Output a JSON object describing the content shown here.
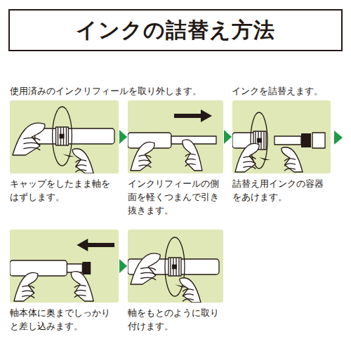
{
  "diagram": {
    "title": "インクの詰替え方法",
    "nodes": [
      {
        "text": [
          "キャップをしたまま軸をはずします。"
        ]
      },
      {
        "text": [
          "インクリフィールの側面を軽くつまんで引き抜きます。"
        ]
      },
      {
        "text": [
          "詰替え用インクの容器をあけます。"
        ]
      },
      {
        "text": [
          "軸本体に奥までしっかりと差し込みます。"
        ]
      },
      {
        "text": [
          "軸をもとのように取り付けます。"
        ]
      }
    ],
    "edges": [
      {
        "from": 0,
        "to": 1,
        "arrow": "to"
      },
      {
        "from": 1,
        "to": 2,
        "arrow": "to"
      },
      {
        "from": 3,
        "to": 4,
        "arrow": "to"
      }
    ],
    "labels": [
      "使用済みのインクリフィールを取り外します。",
      "インクを詰替えます。"
    ]
  }
}
